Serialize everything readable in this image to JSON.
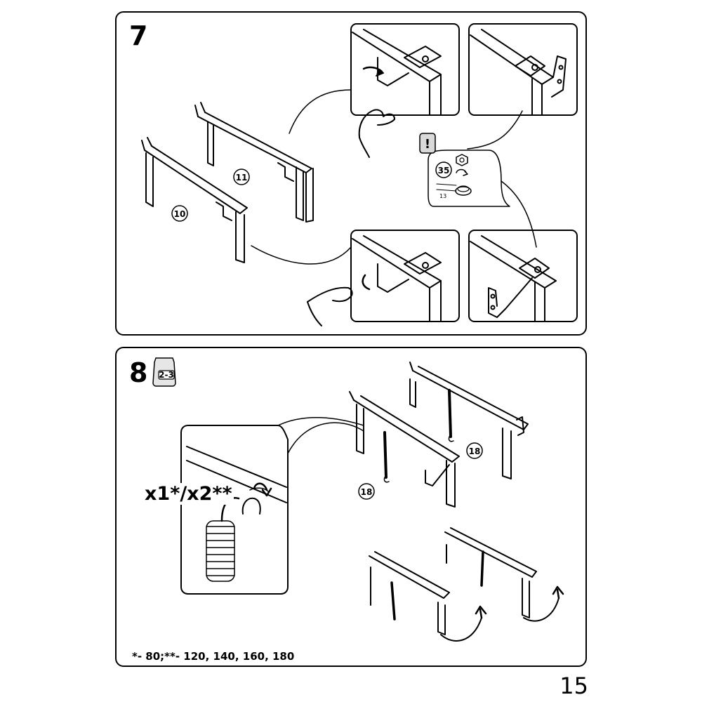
{
  "step7": {
    "number": "7",
    "part_labels": [
      "11",
      "10"
    ],
    "warning_symbol": "!",
    "torque_value": "35",
    "wrench_size": "13",
    "icons": [
      "exclamation-warning-icon",
      "nut-icon",
      "rotate-icon",
      "washer-icon",
      "hand-icon"
    ]
  },
  "step8": {
    "number": "8",
    "bag_label": "2-3",
    "quantity_label": "x1*/x2**",
    "part_labels": [
      "18",
      "18"
    ],
    "footnote": "*- 80;**- 120, 140, 160, 180",
    "icons": [
      "hardware-bag-icon",
      "spring-icon",
      "curved-arrow-icon"
    ]
  },
  "page": {
    "number": "15"
  }
}
